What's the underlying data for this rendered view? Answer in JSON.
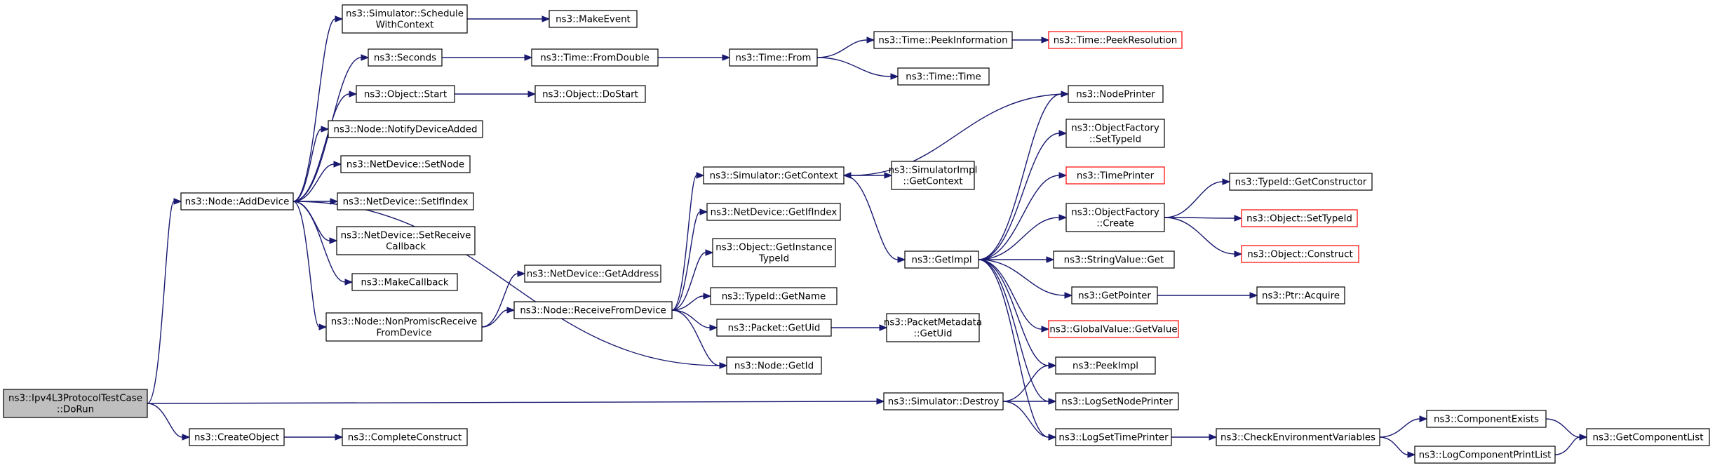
{
  "nodes": {
    "DoRun": {
      "lines": [
        "ns3::Ipv4L3ProtocolTestCase",
        "::DoRun"
      ],
      "root": true
    },
    "AddDevice": {
      "lines": [
        "ns3::Node::AddDevice"
      ]
    },
    "CreateObject": {
      "lines": [
        "ns3::CreateObject"
      ]
    },
    "CompleteConstruct": {
      "lines": [
        "ns3::CompleteConstruct"
      ]
    },
    "ScheduleWithContext": {
      "lines": [
        "ns3::Simulator::Schedule",
        "WithContext"
      ]
    },
    "MakeEvent": {
      "lines": [
        "ns3::MakeEvent"
      ]
    },
    "Seconds": {
      "lines": [
        "ns3::Seconds"
      ]
    },
    "FromDouble": {
      "lines": [
        "ns3::Time::FromDouble"
      ]
    },
    "TimeFrom": {
      "lines": [
        "ns3::Time::From"
      ]
    },
    "PeekInformation": {
      "lines": [
        "ns3::Time::PeekInformation"
      ]
    },
    "PeekResolution": {
      "lines": [
        "ns3::Time::PeekResolution"
      ],
      "red": true
    },
    "TimeTime": {
      "lines": [
        "ns3::Time::Time"
      ]
    },
    "ObjectStart": {
      "lines": [
        "ns3::Object::Start"
      ]
    },
    "ObjectDoStart": {
      "lines": [
        "ns3::Object::DoStart"
      ]
    },
    "NotifyDeviceAdded": {
      "lines": [
        "ns3::Node::NotifyDeviceAdded"
      ]
    },
    "SetNode": {
      "lines": [
        "ns3::NetDevice::SetNode"
      ]
    },
    "SetIfIndex": {
      "lines": [
        "ns3::NetDevice::SetIfIndex"
      ]
    },
    "SetReceiveCallback": {
      "lines": [
        "ns3::NetDevice::SetReceive",
        "Callback"
      ]
    },
    "MakeCallback": {
      "lines": [
        "ns3::MakeCallback"
      ]
    },
    "NonPromisc": {
      "lines": [
        "ns3::Node::NonPromiscReceive",
        "FromDevice"
      ]
    },
    "GetAddress": {
      "lines": [
        "ns3::NetDevice::GetAddress"
      ]
    },
    "ReceiveFromDevice": {
      "lines": [
        "ns3::Node::ReceiveFromDevice"
      ]
    },
    "GetContext": {
      "lines": [
        "ns3::Simulator::GetContext"
      ]
    },
    "GetIfIndex": {
      "lines": [
        "ns3::NetDevice::GetIfIndex"
      ]
    },
    "GetInstanceTypeId": {
      "lines": [
        "ns3::Object::GetInstance",
        "TypeId"
      ]
    },
    "TypeIdGetName": {
      "lines": [
        "ns3::TypeId::GetName"
      ]
    },
    "PacketGetUid": {
      "lines": [
        "ns3::Packet::GetUid"
      ]
    },
    "NodeGetId": {
      "lines": [
        "ns3::Node::GetId"
      ]
    },
    "SimImplGetContext": {
      "lines": [
        "ns3::SimulatorImpl",
        "::GetContext"
      ]
    },
    "PacketMetadataGetUid": {
      "lines": [
        "ns3::PacketMetadata",
        "::GetUid"
      ]
    },
    "GetImpl": {
      "lines": [
        "ns3::GetImpl"
      ]
    },
    "NodePrinter": {
      "lines": [
        "ns3::NodePrinter"
      ]
    },
    "OFSetTypeId": {
      "lines": [
        "ns3::ObjectFactory",
        "::SetTypeId"
      ]
    },
    "TimePrinter": {
      "lines": [
        "ns3::TimePrinter"
      ],
      "red": true
    },
    "OFCreate": {
      "lines": [
        "ns3::ObjectFactory",
        "::Create"
      ]
    },
    "StringValueGet": {
      "lines": [
        "ns3::StringValue::Get"
      ]
    },
    "GetPointer": {
      "lines": [
        "ns3::GetPointer"
      ]
    },
    "GlobalValueGetValue": {
      "lines": [
        "ns3::GlobalValue::GetValue"
      ],
      "red": true
    },
    "PeekImpl": {
      "lines": [
        "ns3::PeekImpl"
      ]
    },
    "LogSetNodePrinter": {
      "lines": [
        "ns3::LogSetNodePrinter"
      ]
    },
    "LogSetTimePrinter": {
      "lines": [
        "ns3::LogSetTimePrinter"
      ]
    },
    "SimDestroy": {
      "lines": [
        "ns3::Simulator::Destroy"
      ]
    },
    "GetConstructor": {
      "lines": [
        "ns3::TypeId::GetConstructor"
      ]
    },
    "ObjSetTypeId": {
      "lines": [
        "ns3::Object::SetTypeId"
      ],
      "red": true
    },
    "ObjConstruct": {
      "lines": [
        "ns3::Object::Construct"
      ],
      "red": true
    },
    "PtrAcquire": {
      "lines": [
        "ns3::Ptr::Acquire"
      ]
    },
    "CheckEnv": {
      "lines": [
        "ns3::CheckEnvironmentVariables"
      ]
    },
    "ComponentExists": {
      "lines": [
        "ns3::ComponentExists"
      ]
    },
    "LogComponentPrintList": {
      "lines": [
        "ns3::LogComponentPrintList"
      ]
    },
    "GetComponentList": {
      "lines": [
        "ns3::GetComponentList"
      ]
    }
  },
  "colors": {
    "edge": "#191970",
    "node_border": "#000000",
    "node_border_missing": "#ff0000",
    "root_fill": "#bfbfbf",
    "node_fill": "#ffffff"
  }
}
